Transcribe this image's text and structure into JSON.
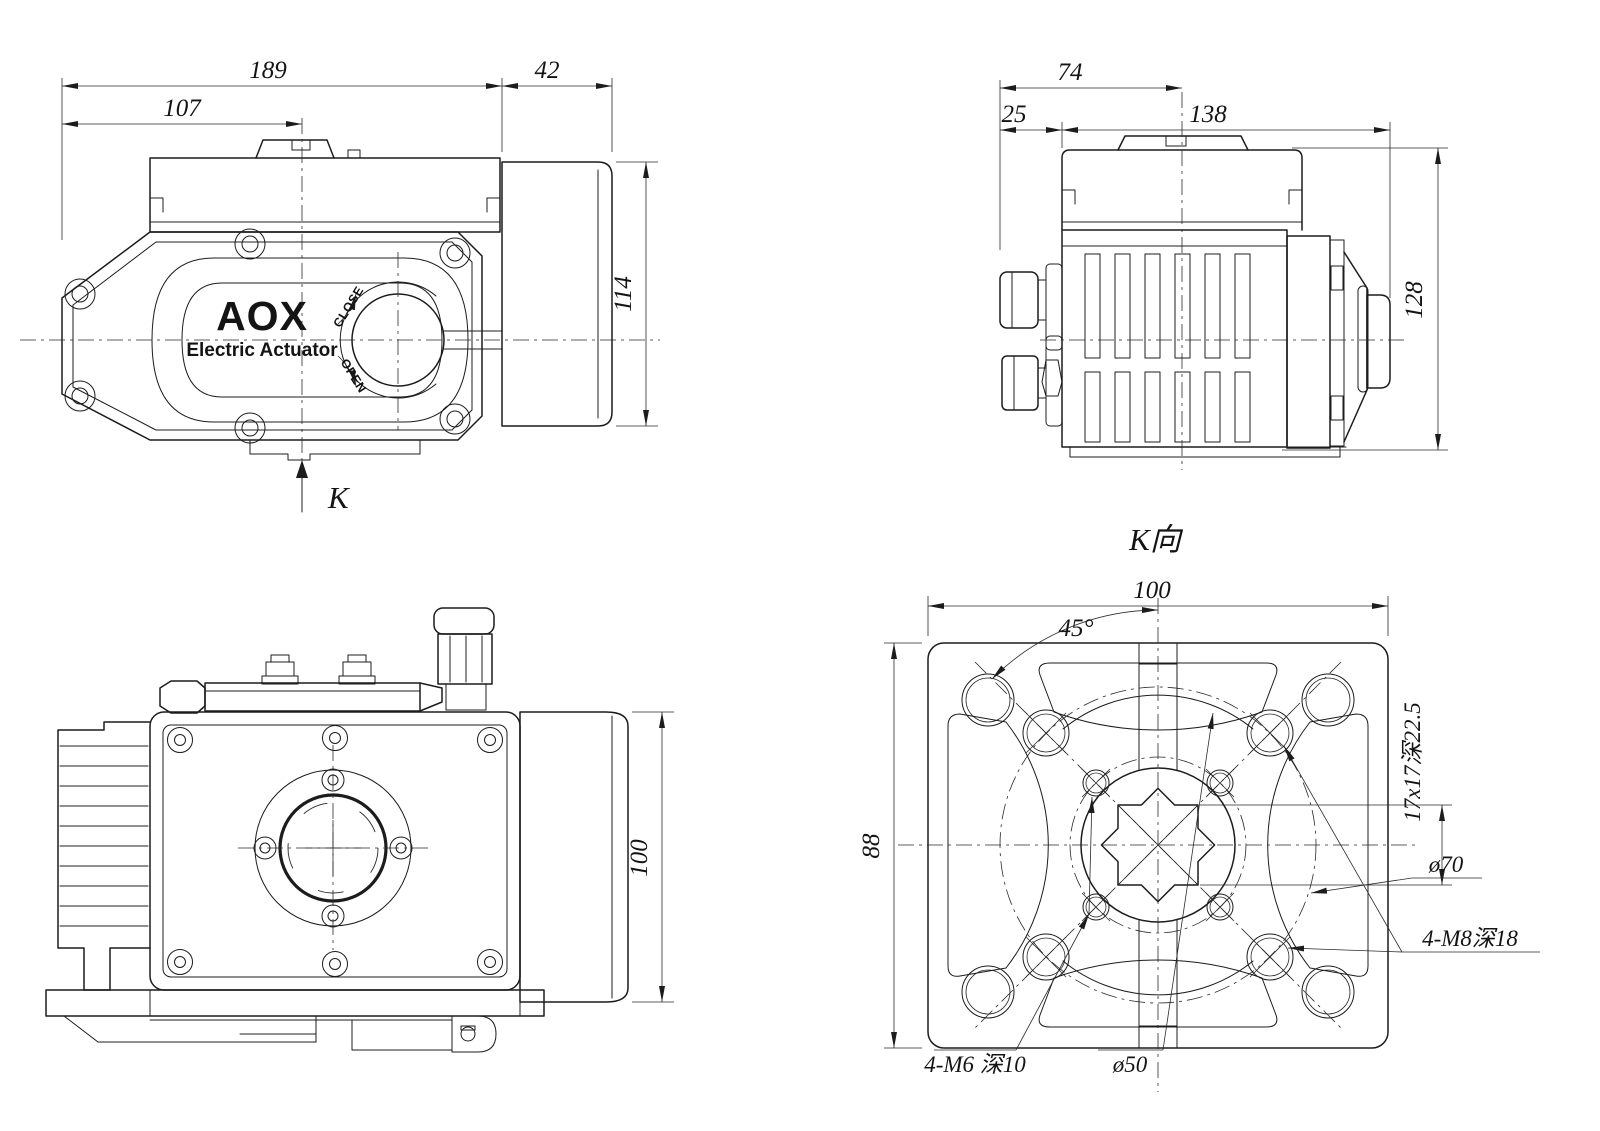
{
  "page": {
    "background": "#ffffff",
    "line_color": "#1c1c1c"
  },
  "branding": {
    "logo": "AOX",
    "logo_subtitle": "Electric Actuator"
  },
  "front_view": {
    "dim_total_width": "189",
    "dim_shaft_offset": "107",
    "dim_motor_width": "42",
    "dim_height": "114",
    "label_close": "CLOSE",
    "label_open": "OPEN",
    "view_arrow_label": "K"
  },
  "side_view": {
    "dim_gland_to_center": "74",
    "dim_gland_offset": "25",
    "dim_body_length": "138",
    "dim_height": "128"
  },
  "top_view": {
    "dim_motor_length": "100"
  },
  "k_view": {
    "title": "K向",
    "dim_width": "100",
    "dim_height": "88",
    "dim_angle": "45°",
    "dim_key_socket": "17x17深22.5",
    "dim_bolt_circle": "ø70",
    "dim_m8_holes": "4-M8深18",
    "dim_m6_holes": "4-M6 深10",
    "dim_center_circle": "ø50"
  }
}
